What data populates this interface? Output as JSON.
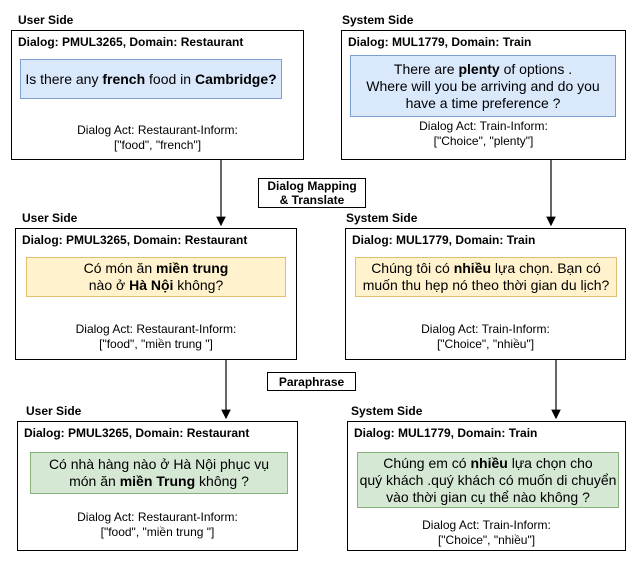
{
  "row1": {
    "left_label": "User Side",
    "right_label": "System Side",
    "left": {
      "title": "Dialog: PMUL3265, Domain: Restaurant",
      "utterance": [
        [
          {
            "t": "Is there any "
          },
          {
            "t": "french",
            "b": true
          },
          {
            "t": " food in "
          },
          {
            "t": "Cambridge?",
            "b": true
          }
        ]
      ],
      "act_line1": "Dialog Act: Restaurant-Inform:",
      "act_line2": "[\"food\", \"french\"]"
    },
    "right": {
      "title": "Dialog: MUL1779, Domain: Train",
      "utterance": [
        [
          {
            "t": "There are "
          },
          {
            "t": "plenty",
            "b": true
          },
          {
            "t": " of options ."
          }
        ],
        [
          {
            "t": "Where will you be arriving and do you"
          }
        ],
        [
          {
            "t": "have a time preference ?"
          }
        ]
      ],
      "act_line1": "Dialog Act: Train-Inform:",
      "act_line2": "[\"Choice\", \"plenty\"]"
    }
  },
  "stage1": {
    "line1": "Dialog Mapping",
    "line2": "& Translate"
  },
  "row2": {
    "left_label": "User Side",
    "right_label": "System Side",
    "left": {
      "title": "Dialog: PMUL3265, Domain: Restaurant",
      "utterance": [
        [
          {
            "t": "Có món ăn "
          },
          {
            "t": "miền trung",
            "b": true
          }
        ],
        [
          {
            "t": "nào ở "
          },
          {
            "t": "Hà Nội",
            "b": true
          },
          {
            "t": " không?"
          }
        ]
      ],
      "act_line1": "Dialog Act: Restaurant-Inform:",
      "act_line2": "[\"food\", \"miền trung \"]"
    },
    "right": {
      "title": "Dialog: MUL1779, Domain: Train",
      "utterance": [
        [
          {
            "t": "Chúng tôi có "
          },
          {
            "t": "nhiều",
            "b": true
          },
          {
            "t": " lựa chọn. Bạn có"
          }
        ],
        [
          {
            "t": "muốn thu hẹp nó theo thời gian du lịch?"
          }
        ]
      ],
      "act_line1": "Dialog Act: Train-Inform:",
      "act_line2": "[\"Choice\", \"nhiều\"]"
    }
  },
  "stage2": {
    "line1": "Paraphrase"
  },
  "row3": {
    "left_label": "User Side",
    "right_label": "System Side",
    "left": {
      "title": "Dialog: PMUL3265, Domain: Restaurant",
      "utterance": [
        [
          {
            "t": "Có nhà hàng nào ở Hà Nội phục vụ"
          }
        ],
        [
          {
            "t": "món ăn "
          },
          {
            "t": "miền Trung",
            "b": true
          },
          {
            "t": " không ?"
          }
        ]
      ],
      "act_line1": "Dialog Act: Restaurant-Inform:",
      "act_line2": "[\"food\", \"miền trung \"]"
    },
    "right": {
      "title": "Dialog: MUL1779, Domain: Train",
      "utterance": [
        [
          {
            "t": "Chúng em có "
          },
          {
            "t": "nhiều",
            "b": true
          },
          {
            "t": " lựa chọn cho"
          }
        ],
        [
          {
            "t": "quý khách .quý khách có muốn di chuyển"
          }
        ],
        [
          {
            "t": "vào thời gian cụ thể nào không ?"
          }
        ]
      ],
      "act_line1": "Dialog Act: Train-Inform:",
      "act_line2": "[\"Choice\", \"nhiều\"]"
    }
  }
}
